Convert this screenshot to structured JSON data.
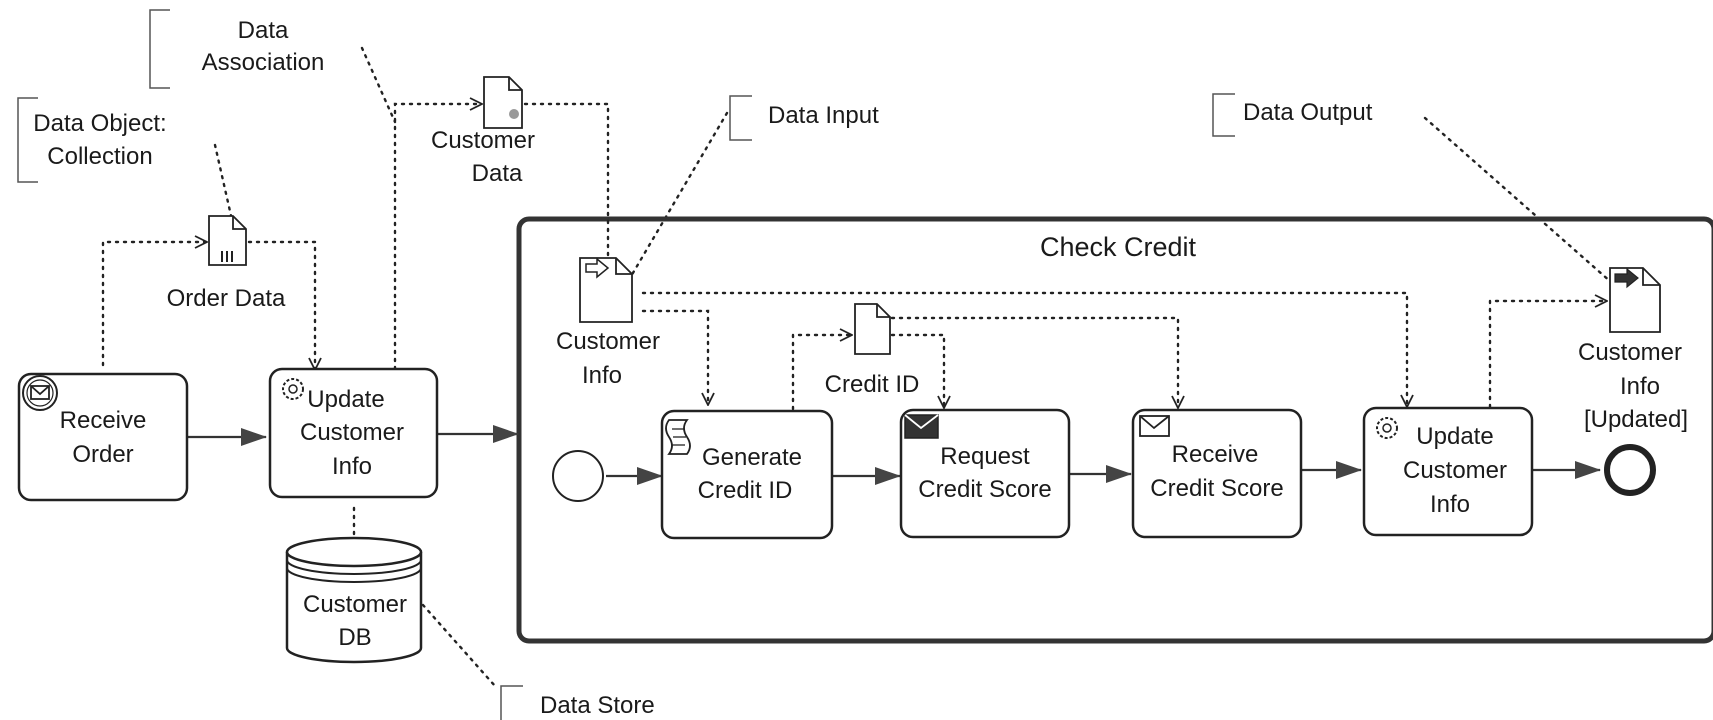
{
  "annotations": {
    "data_association": [
      "Data",
      "Association"
    ],
    "data_object_collection": [
      "Data Object:",
      "Collection"
    ],
    "data_input": "Data Input",
    "data_output": "Data Output",
    "data_store": "Data Store"
  },
  "data_objects": {
    "customer_data": [
      "Customer",
      "Data"
    ],
    "order_data": "Order Data",
    "customer_info_input": [
      "Customer",
      "Info"
    ],
    "credit_id": "Credit ID",
    "customer_info_output": [
      "Customer",
      "Info",
      "[Updated]"
    ]
  },
  "tasks": {
    "receive_order": [
      "Receive",
      "Order"
    ],
    "update_customer_info": [
      "Update",
      "Customer",
      "Info"
    ],
    "generate_credit_id": [
      "Generate",
      "Credit ID"
    ],
    "request_credit_score": [
      "Request",
      "Credit Score"
    ],
    "receive_credit_score": [
      "Receive",
      "Credit Score"
    ],
    "update_customer_info_2": [
      "Update",
      "Customer",
      "Info"
    ]
  },
  "data_store": [
    "Customer",
    "DB"
  ],
  "subprocess": {
    "title": "Check Credit"
  }
}
